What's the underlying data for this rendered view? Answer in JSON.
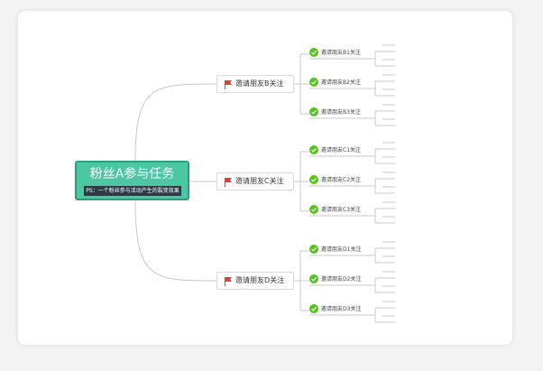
{
  "root": {
    "title": "粉丝A参与任务",
    "subtitle": "PS：一个粉丝参与活动产生的裂变效果"
  },
  "branches": [
    {
      "label": "邀请朋友B关注",
      "icon": "flag-icon",
      "children": [
        {
          "label": "邀请朋友B1关注",
          "icon": "check-icon"
        },
        {
          "label": "邀请朋友B2关注",
          "icon": "check-icon"
        },
        {
          "label": "邀请朋友B3关注",
          "icon": "check-icon"
        }
      ]
    },
    {
      "label": "邀请朋友C关注",
      "icon": "flag-icon",
      "children": [
        {
          "label": "邀请朋友C1关注",
          "icon": "check-icon"
        },
        {
          "label": "邀请朋友C2关注",
          "icon": "check-icon"
        },
        {
          "label": "邀请朋友C3关注",
          "icon": "check-icon"
        }
      ]
    },
    {
      "label": "邀请朋友D关注",
      "icon": "flag-icon",
      "children": [
        {
          "label": "邀请朋友D1关注",
          "icon": "check-icon"
        },
        {
          "label": "邀请朋友D2关注",
          "icon": "check-icon"
        },
        {
          "label": "邀请朋友D3关注",
          "icon": "check-icon"
        }
      ]
    }
  ],
  "colors": {
    "root_fill": "#4cc7a1",
    "flag": "#e63b3b",
    "check": "#52c41a",
    "connector": "#c8c8c8"
  }
}
